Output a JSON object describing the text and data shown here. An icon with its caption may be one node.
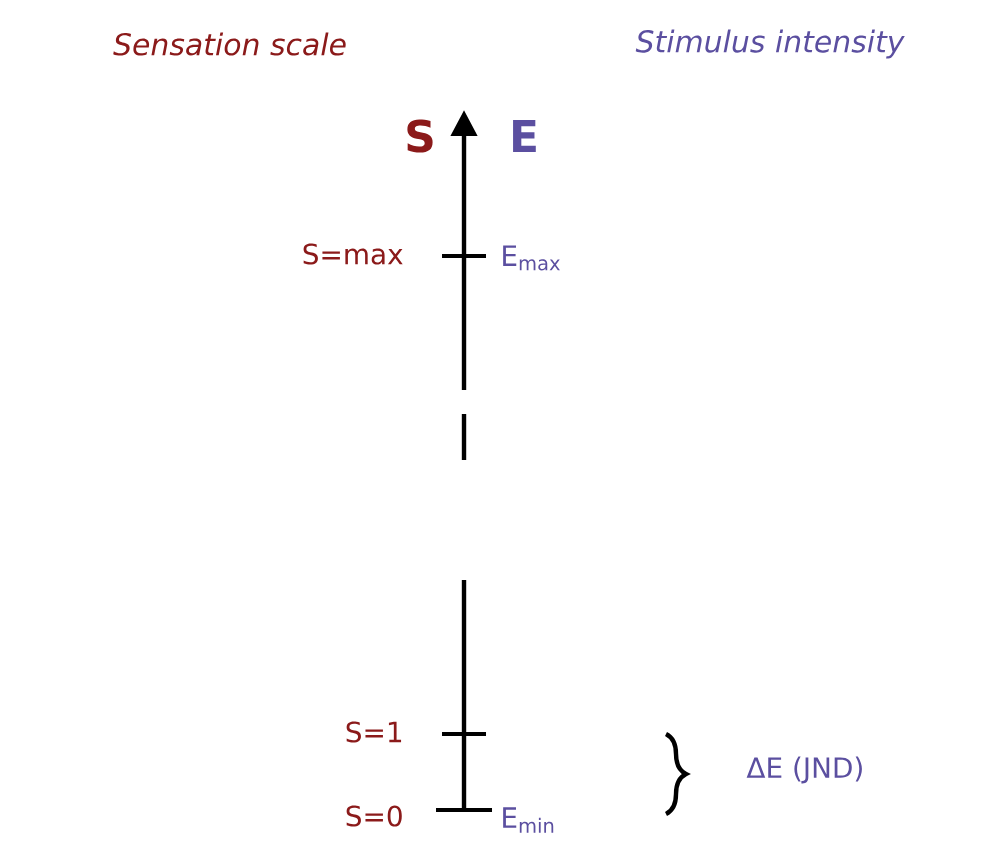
{
  "diagram": {
    "labels": [
      "Sensation scale",
      "Stimulus intensity",
      "S",
      "E",
      "S=max",
      "E$_{max}$",
      "S=1",
      "S=0",
      "E$_{min}$",
      "ΔE (JND)"
    ]
  }
}
